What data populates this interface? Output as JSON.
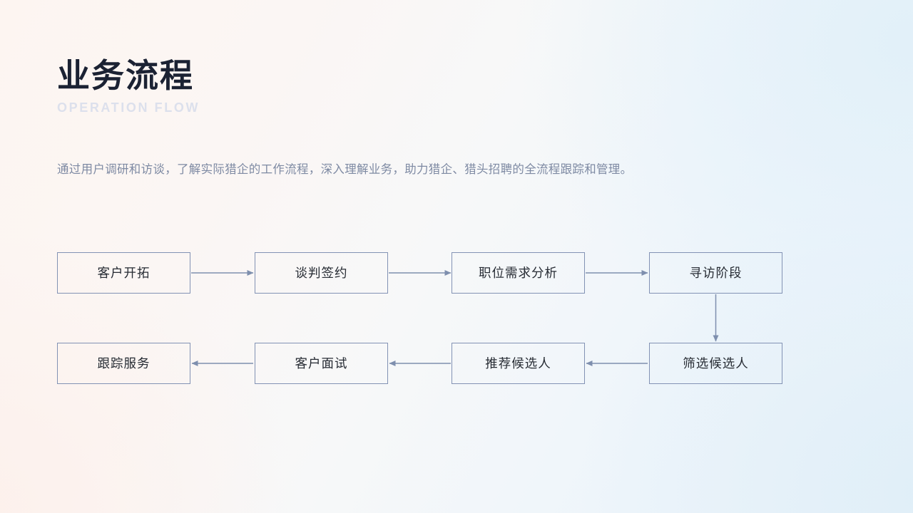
{
  "header": {
    "title_cn": "业务流程",
    "title_en": "OPERATION FLOW",
    "description": "通过用户调研和访谈，了解实际猎企的工作流程，深入理解业务，助力猎企、猎头招聘的全流程跟踪和管理。"
  },
  "colors": {
    "title": "#1b2233",
    "subtitle": "#dce0ec",
    "description": "#7e8aa3",
    "node_border": "#8292b4",
    "node_text": "#262b33",
    "arrow": "#7e8fae",
    "background_warm": "#fdf5f1",
    "background_cool": "#eaf3fa"
  },
  "flow": {
    "rows": [
      {
        "direction": "left-to-right",
        "nodes": [
          {
            "label": "客户开拓"
          },
          {
            "label": "谈判签约"
          },
          {
            "label": "职位需求分析"
          },
          {
            "label": "寻访阶段"
          }
        ]
      },
      {
        "direction": "right-to-left",
        "nodes": [
          {
            "label": "跟踪服务"
          },
          {
            "label": "客户面试"
          },
          {
            "label": "推荐候选人"
          },
          {
            "label": "筛选候选人"
          }
        ]
      }
    ],
    "connectors": [
      {
        "name": "arrow-kaituo-to-qianyue",
        "type": "horizontal-right"
      },
      {
        "name": "arrow-qianyue-to-fenxi",
        "type": "horizontal-right"
      },
      {
        "name": "arrow-fenxi-to-xunfang",
        "type": "horizontal-right"
      },
      {
        "name": "arrow-xunfang-to-shaixuan",
        "type": "vertical-down"
      },
      {
        "name": "arrow-shaixuan-to-tuijian",
        "type": "horizontal-left"
      },
      {
        "name": "arrow-tuijian-to-mianshi",
        "type": "horizontal-left"
      },
      {
        "name": "arrow-mianshi-to-gengzong",
        "type": "horizontal-left"
      }
    ]
  }
}
